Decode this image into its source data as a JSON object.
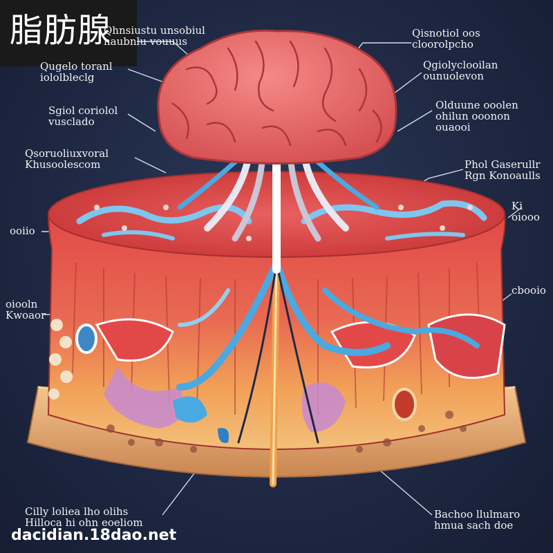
{
  "header": {
    "title": "脂肪腺"
  },
  "watermark": {
    "site": "dacidian.18dao.net"
  },
  "labels": {
    "left": [
      [
        "Qhnsiustu unsobiul",
        "naubnlu vouuus"
      ],
      [
        "Qugelo toranl",
        "iololbleclg"
      ],
      [
        "Sgiol coriolol",
        "vusclado"
      ],
      [
        "Qsoruoliuxvoral",
        "Khusoolescom"
      ],
      [
        "ooiio"
      ],
      [
        "oiooln",
        "Kwoaor"
      ],
      [
        "Cilly loliea lho olihs",
        "Hilloca hi ohn eoeliom"
      ]
    ],
    "right": [
      [
        "Qisnotiol oos",
        "cloorolpcho"
      ],
      [
        "Qgiolyclooilan",
        "ounuolevon"
      ],
      [
        "Olduune ooolen",
        "ohilun ooonon",
        "ouaooi"
      ],
      [
        "Phol Gaserullr",
        "Rgn Konoaulls"
      ],
      [
        "Ki",
        "oiooo"
      ],
      [
        "cbooio"
      ],
      [
        "Bachoo llulmaro",
        "hmua sach doe"
      ]
    ]
  },
  "colors": {
    "background": "#1f2944",
    "brain": "#e8696a",
    "tissue_red": "#d94a4a",
    "vessel_blue": "#4aa9e0",
    "fat_yellow": "#f1b35a",
    "base_tan": "#e9b37c"
  }
}
